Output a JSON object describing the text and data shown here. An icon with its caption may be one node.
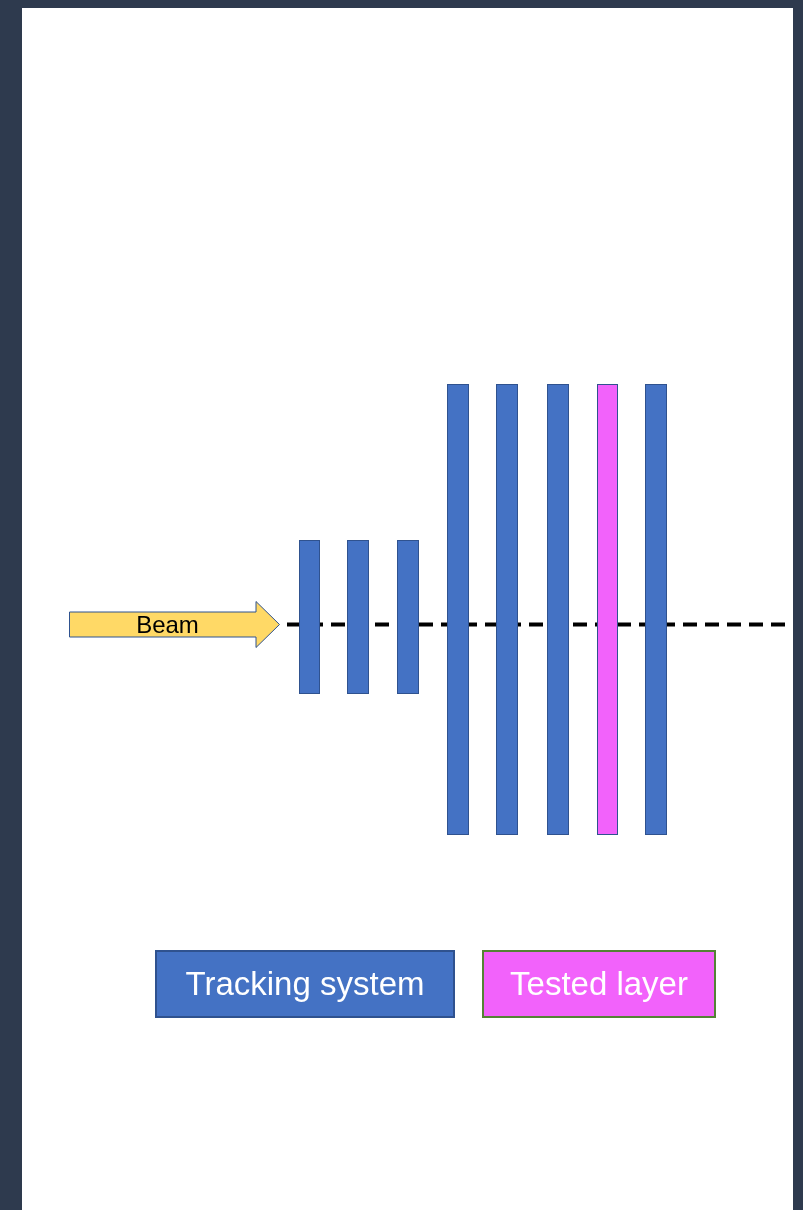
{
  "diagram": {
    "nodes": [
      {
        "text": [
          "Beam"
        ]
      }
    ],
    "legend": [
      {
        "text": "Tracking system",
        "color": "#4472c4"
      },
      {
        "text": "Tested layer",
        "color": "#f262fb"
      }
    ]
  }
}
